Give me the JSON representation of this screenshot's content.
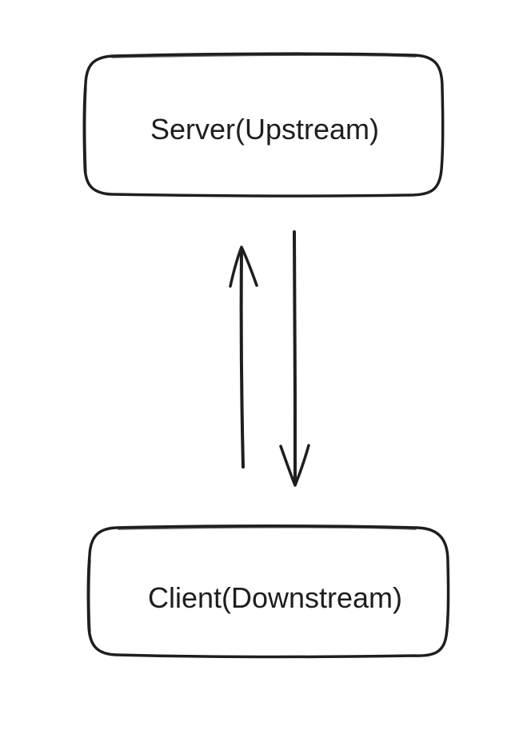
{
  "diagram": {
    "nodes": {
      "server": {
        "label": "Server(Upstream)"
      },
      "client": {
        "label": "Client(Downstream)"
      }
    },
    "edges": [
      {
        "from": "client",
        "to": "server"
      },
      {
        "from": "server",
        "to": "client"
      }
    ],
    "stroke_color": "#1e1e1e",
    "background_color": "#ffffff"
  }
}
